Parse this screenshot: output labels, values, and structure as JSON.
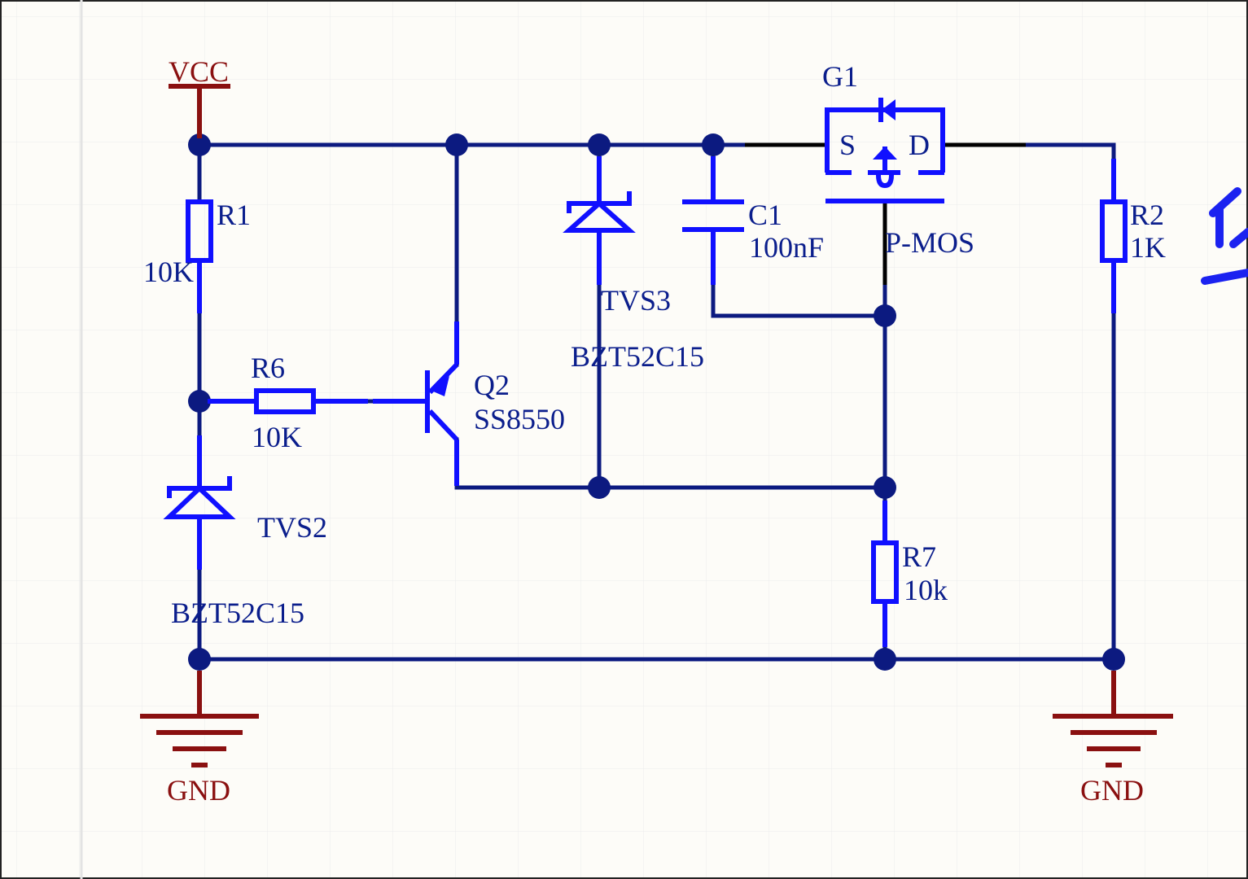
{
  "power": {
    "vcc": "VCC",
    "gnd_left": "GND",
    "gnd_right": "GND"
  },
  "components": {
    "r1": {
      "ref": "R1",
      "value": "10K"
    },
    "r2": {
      "ref": "R2",
      "value": "1K"
    },
    "r6": {
      "ref": "R6",
      "value": "10K"
    },
    "r7": {
      "ref": "R7",
      "value": "10k"
    },
    "c1": {
      "ref": "C1",
      "value": "100nF"
    },
    "tvs2": {
      "ref": "TVS2",
      "value": "BZT52C15"
    },
    "tvs3": {
      "ref": "TVS3",
      "value": "BZT52C15"
    },
    "q2": {
      "ref": "Q2",
      "value": "SS8550"
    },
    "g1": {
      "ref": "G1",
      "value": "P-MOS",
      "pin_s": "S",
      "pin_d": "D"
    }
  },
  "colors": {
    "background": "#fdfcf8",
    "grid": "#ececec",
    "wire": "#0c1a80",
    "component": "#1010ff",
    "power": "#8a1010",
    "label": "#0b1e8c"
  }
}
